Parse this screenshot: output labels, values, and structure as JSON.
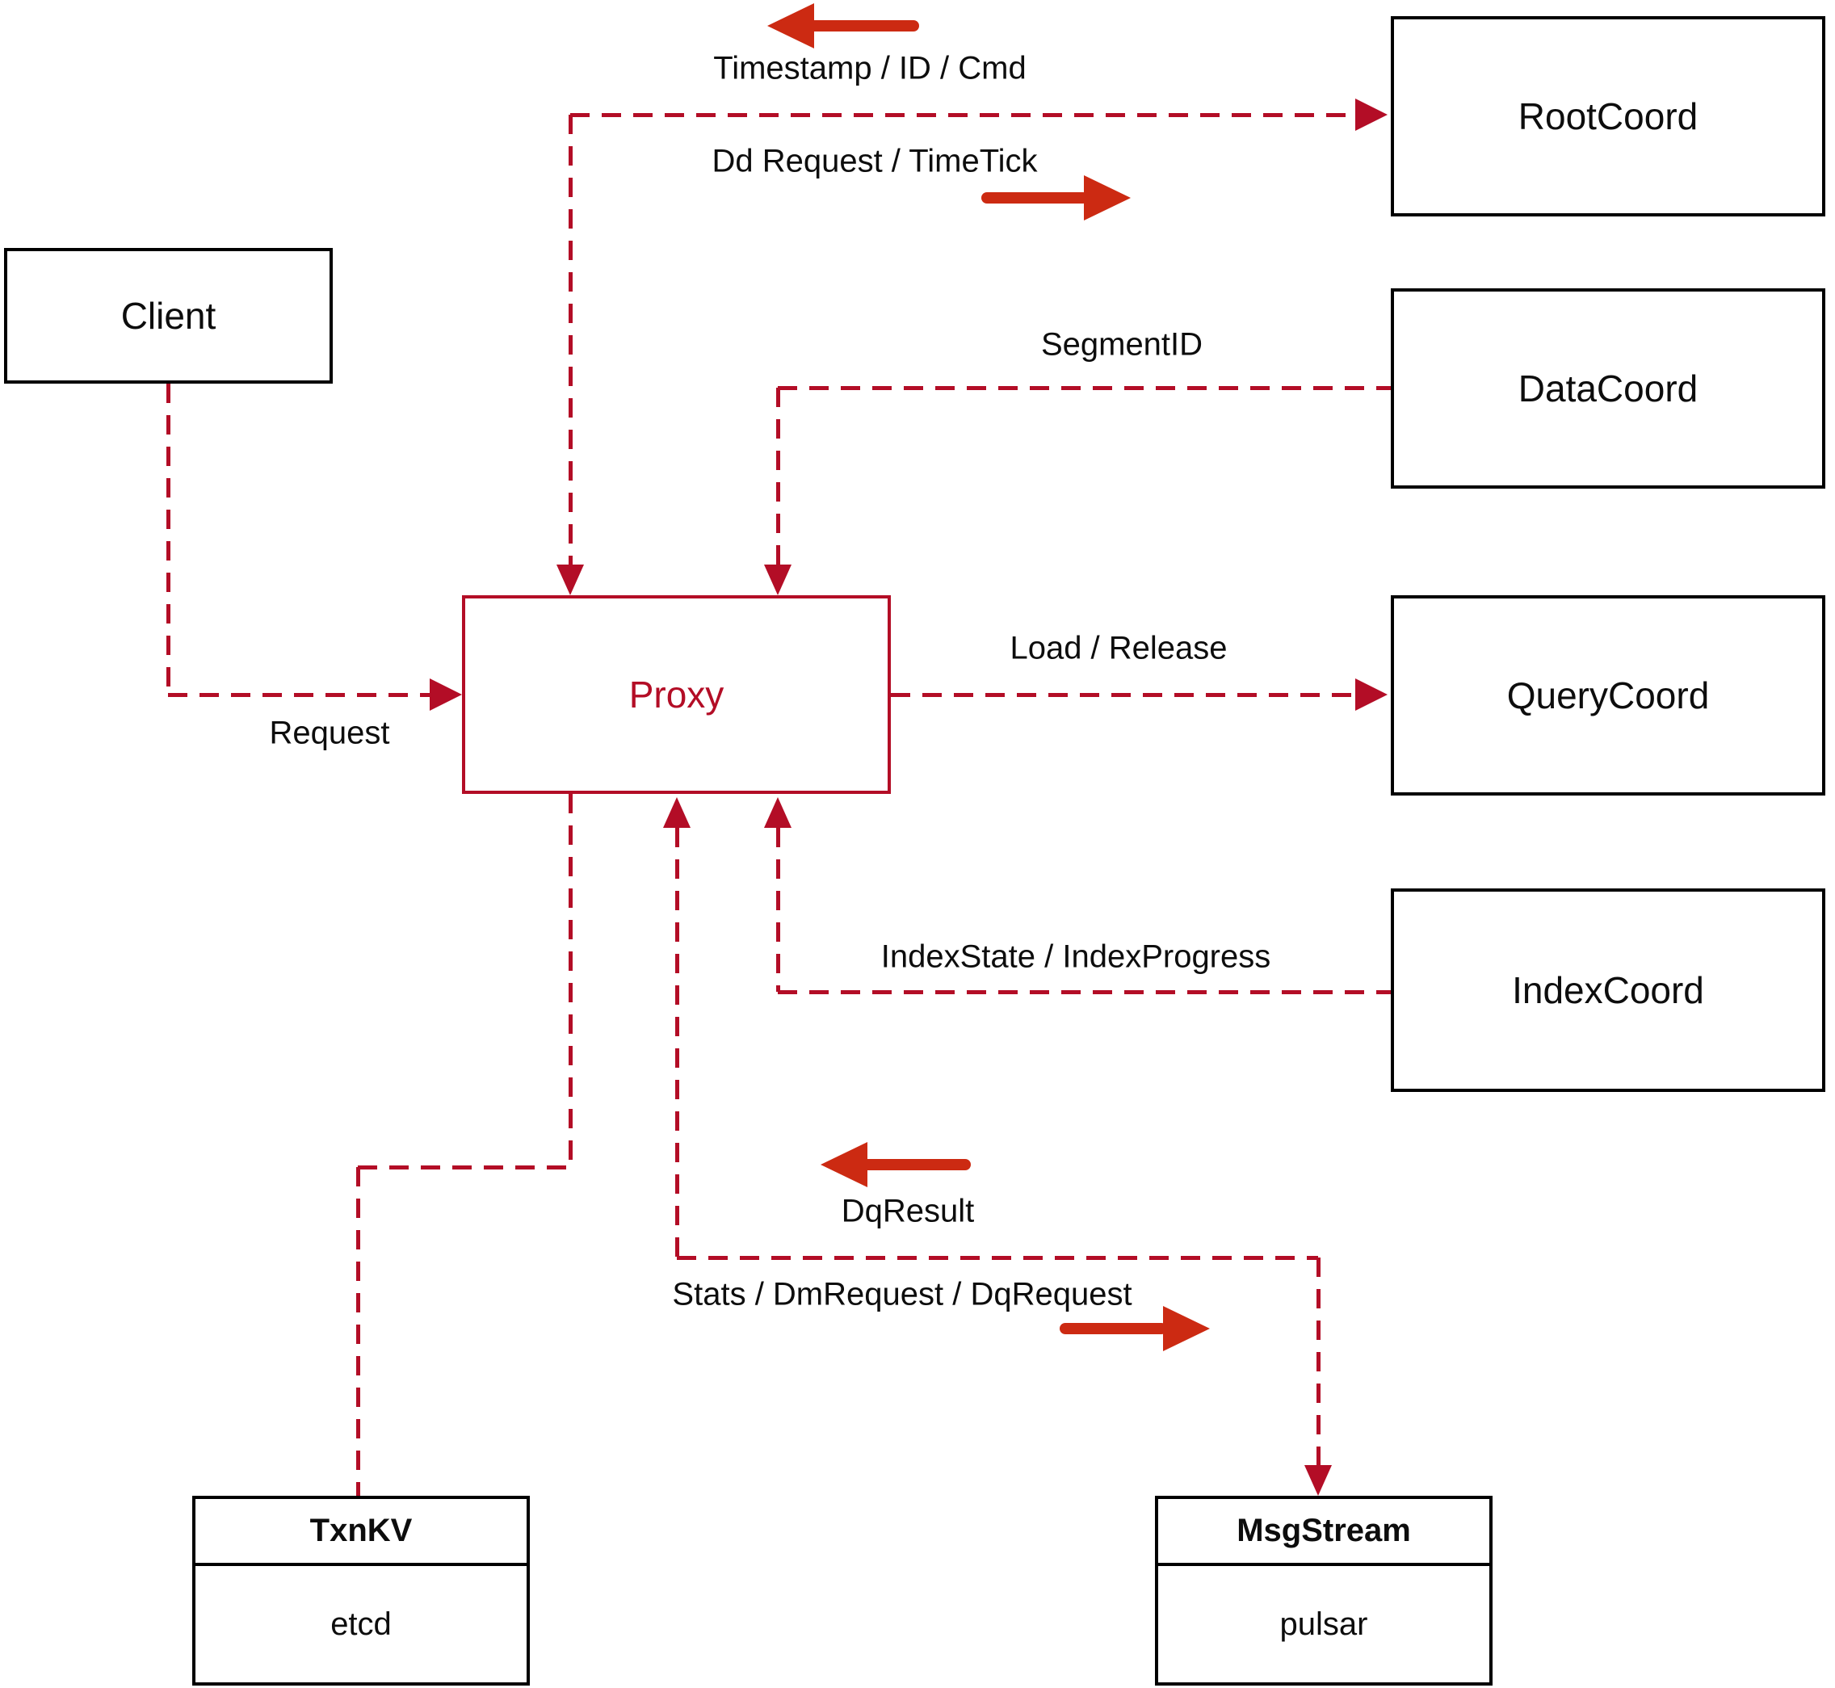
{
  "colors": {
    "dashed_line_red": "#b30d26",
    "solid_arrow_red": "#cc2a12",
    "box_border_black": "#000000",
    "background": "#ffffff"
  },
  "nodes": {
    "client": {
      "label": "Client"
    },
    "proxy": {
      "label": "Proxy"
    },
    "rootcoord": {
      "label": "RootCoord"
    },
    "datacoord": {
      "label": "DataCoord"
    },
    "querycoord": {
      "label": "QueryCoord"
    },
    "indexcoord": {
      "label": "IndexCoord"
    },
    "txnkv": {
      "title": "TxnKV",
      "subtitle": "etcd"
    },
    "msgstream": {
      "title": "MsgStream",
      "subtitle": "pulsar"
    }
  },
  "edge_labels": {
    "timestamp_id_cmd": "Timestamp / ID / Cmd",
    "dd_request_timetick": "Dd Request / TimeTick",
    "segment_id": "SegmentID",
    "load_release": "Load / Release",
    "index_state_progress": "IndexState / IndexProgress",
    "request": "Request",
    "dq_result": "DqResult",
    "stats_dm_dq_request": "Stats / DmRequest / DqRequest"
  }
}
